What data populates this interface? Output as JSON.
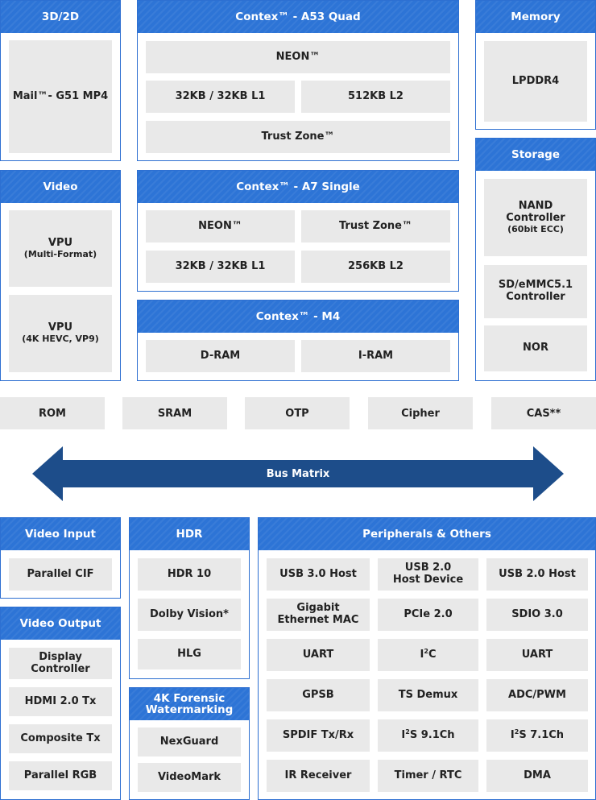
{
  "threed": {
    "title": "3D/2D",
    "gpu": "Mail™- G51 MP4"
  },
  "a53": {
    "title": "Contex™ - A53 Quad",
    "neon": "NEON™",
    "l1": "32KB / 32KB L1",
    "l2": "512KB  L2",
    "trust": "Trust Zone™"
  },
  "memory": {
    "title": "Memory",
    "lpddr": "LPDDR4"
  },
  "video": {
    "title": "Video",
    "vpu1": "VPU",
    "vpu1_sub": "(Multi-Format)",
    "vpu2": "VPU",
    "vpu2_sub": "(4K HEVC, VP9)"
  },
  "a7": {
    "title": "Contex™ - A7 Single",
    "neon": "NEON™",
    "trust": "Trust Zone™",
    "l1": "32KB / 32KB L1",
    "l2": "256KB L2"
  },
  "m4": {
    "title": "Contex™ - M4",
    "dram": "D-RAM",
    "iram": "I-RAM"
  },
  "storage": {
    "title": "Storage",
    "nand1": "NAND",
    "nand2": "Controller",
    "nand_sub": "(60bit ECC)",
    "sd1": "SD/eMMC5.1",
    "sd2": "Controller",
    "nor": "NOR"
  },
  "memrow": [
    "ROM",
    "SRAM",
    "OTP",
    "Cipher",
    "CAS**"
  ],
  "bus": {
    "label": "Bus Matrix",
    "color": "#1d4d8a"
  },
  "video_input": {
    "title": "Video Input",
    "items": [
      "Parallel CIF"
    ]
  },
  "video_output": {
    "title": "Video Output",
    "items": [
      "Display\nController",
      "HDMI 2.0 Tx",
      "Composite Tx",
      "Parallel RGB"
    ]
  },
  "hdr": {
    "title": "HDR",
    "items": [
      "HDR 10",
      "Dolby Vision*",
      "HLG"
    ]
  },
  "forensic": {
    "title": "4K Forensic\nWatermarking",
    "items": [
      "NexGuard",
      "VideoMark"
    ]
  },
  "peripherals": {
    "title": "Peripherals & Others",
    "rows": [
      [
        "USB 3.0 Host",
        "USB 2.0\nHost Device",
        "USB 2.0 Host"
      ],
      [
        "Gigabit\nEthernet MAC",
        "PCIe 2.0",
        "SDIO 3.0"
      ],
      [
        "UART",
        "I2C",
        "UART"
      ],
      [
        "GPSB",
        "TS Demux",
        "ADC/PWM"
      ],
      [
        "SPDIF Tx/Rx",
        "I2S 9.1Ch",
        "I2S 7.1Ch"
      ],
      [
        "IR Receiver",
        "Timer / RTC",
        "DMA"
      ]
    ]
  },
  "colors": {
    "header": "#2d74d6",
    "box": "#e9e9e9",
    "border": "#2d6fd1"
  }
}
